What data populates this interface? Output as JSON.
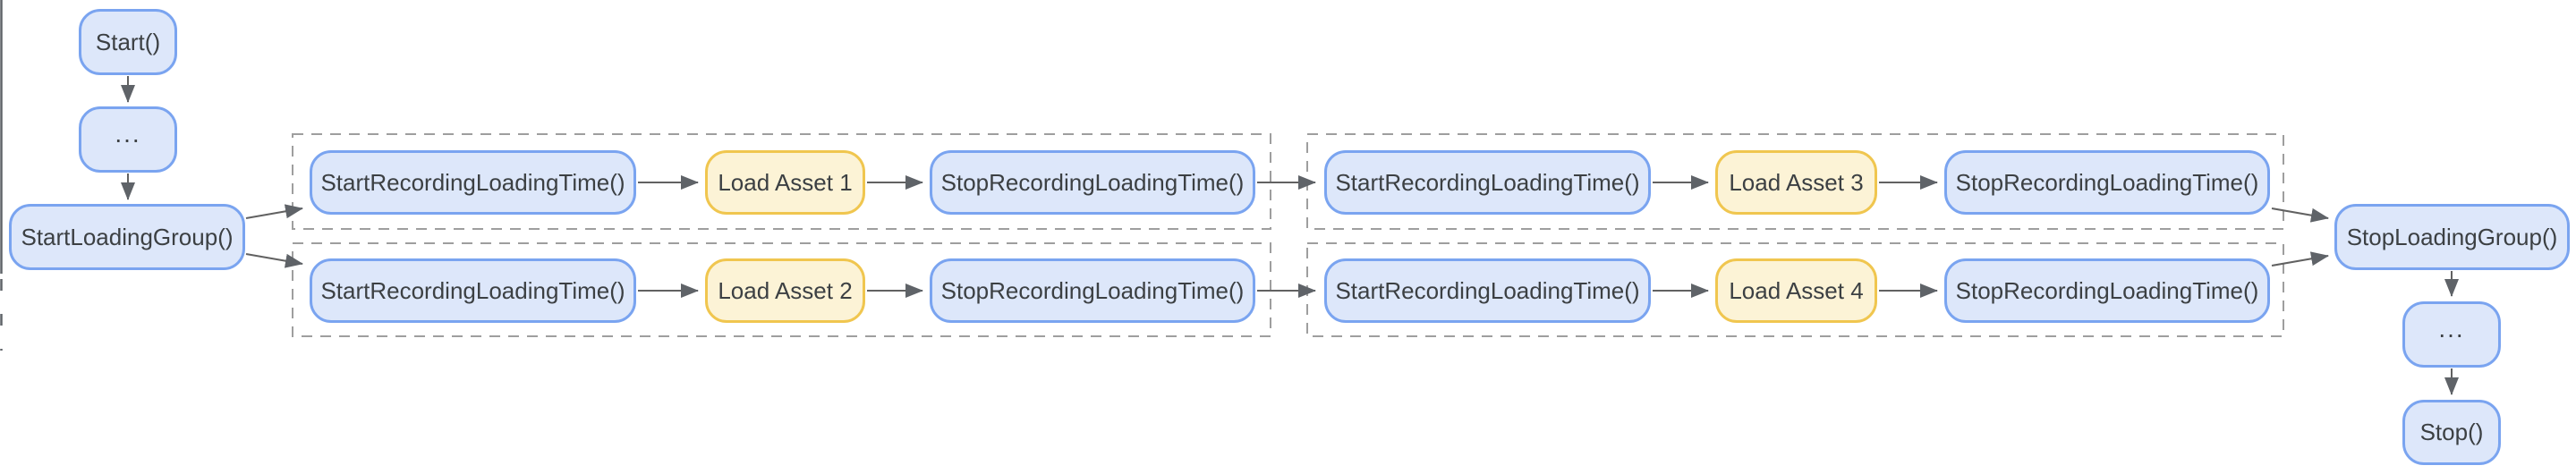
{
  "diagram": {
    "type": "flowchart",
    "description": "Parallel asset loading timeline instrumentation flow",
    "colors": {
      "process_node_fill": "#dde7fa",
      "process_node_border": "#7aa4f0",
      "asset_node_fill": "#fcf3d6",
      "asset_node_border": "#f0c64f",
      "arrow": "#5f6368",
      "group_box_border": "#9e9e9e",
      "text": "#3c4043",
      "background": "#ffffff"
    },
    "left_column": {
      "start": "Start()",
      "ellipsis": "...",
      "start_loading_group": "StartLoadingGroup()"
    },
    "groups": [
      {
        "rows": [
          {
            "steps": [
              "StartRecordingLoadingTime()",
              "Load Asset 1",
              "StopRecordingLoadingTime()"
            ]
          },
          {
            "steps": [
              "StartRecordingLoadingTime()",
              "Load Asset 2",
              "StopRecordingLoadingTime()"
            ]
          }
        ]
      },
      {
        "rows": [
          {
            "steps": [
              "StartRecordingLoadingTime()",
              "Load Asset 3",
              "StopRecordingLoadingTime()"
            ]
          },
          {
            "steps": [
              "StartRecordingLoadingTime()",
              "Load Asset 4",
              "StopRecordingLoadingTime()"
            ]
          }
        ]
      }
    ],
    "right_column": {
      "stop_loading_group": "StopLoadingGroup()",
      "ellipsis": "...",
      "stop": "Stop()"
    },
    "edges": [
      {
        "from": "start",
        "to": "pre-group-ellipsis"
      },
      {
        "from": "pre-group-ellipsis",
        "to": "start-loading-group"
      },
      {
        "from": "start-loading-group",
        "to": "start-recording-loading-time-1"
      },
      {
        "from": "start-loading-group",
        "to": "start-recording-loading-time-2"
      },
      {
        "from": "start-recording-loading-time-1",
        "to": "load-asset-1"
      },
      {
        "from": "load-asset-1",
        "to": "stop-recording-loading-time-1"
      },
      {
        "from": "stop-recording-loading-time-1",
        "to": "start-recording-loading-time-3"
      },
      {
        "from": "start-recording-loading-time-3",
        "to": "load-asset-3"
      },
      {
        "from": "load-asset-3",
        "to": "stop-recording-loading-time-3"
      },
      {
        "from": "stop-recording-loading-time-3",
        "to": "stop-loading-group"
      },
      {
        "from": "start-recording-loading-time-2",
        "to": "load-asset-2"
      },
      {
        "from": "load-asset-2",
        "to": "stop-recording-loading-time-2"
      },
      {
        "from": "stop-recording-loading-time-2",
        "to": "start-recording-loading-time-4"
      },
      {
        "from": "start-recording-loading-time-4",
        "to": "load-asset-4"
      },
      {
        "from": "load-asset-4",
        "to": "stop-recording-loading-time-4"
      },
      {
        "from": "stop-recording-loading-time-4",
        "to": "stop-loading-group"
      },
      {
        "from": "stop-loading-group",
        "to": "post-group-ellipsis"
      },
      {
        "from": "post-group-ellipsis",
        "to": "stop"
      }
    ]
  }
}
